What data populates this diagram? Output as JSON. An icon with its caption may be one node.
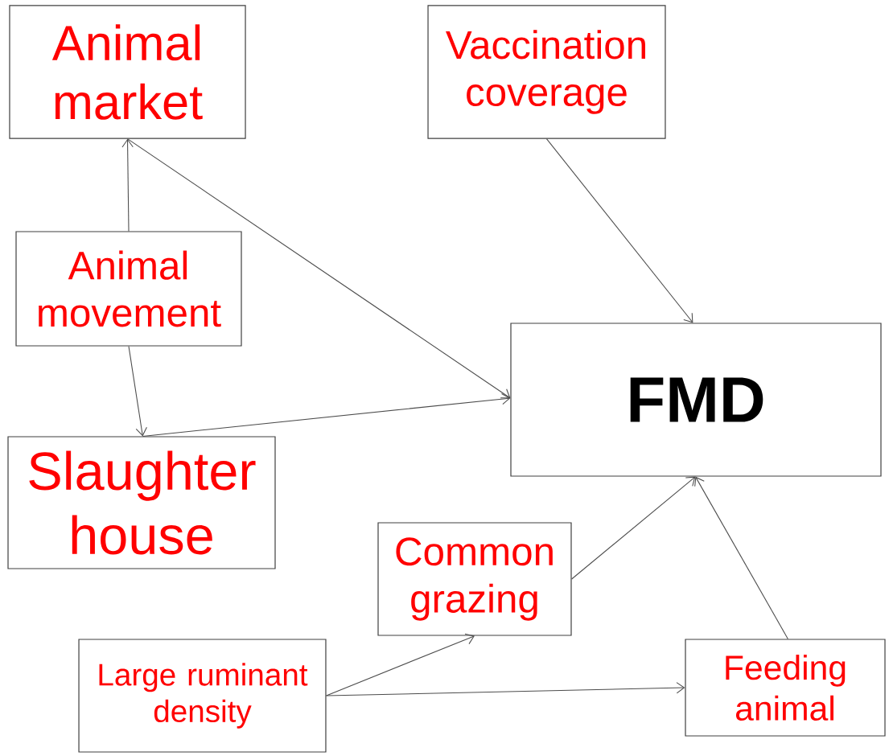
{
  "diagram": {
    "nodes": [
      {
        "text": [
          "Animal market"
        ]
      },
      {
        "text": [
          "Vaccination coverage"
        ]
      },
      {
        "text": [
          "Animal movement"
        ]
      },
      {
        "text": [
          "FMD"
        ]
      },
      {
        "text": [
          "Slaughter house"
        ]
      },
      {
        "text": [
          "Common grazing"
        ]
      },
      {
        "text": [
          "Large ruminant density"
        ]
      },
      {
        "text": [
          "Feeding animal"
        ]
      }
    ],
    "edges": [
      {
        "from": 2,
        "to": 0,
        "arrow": "to"
      },
      {
        "from": 2,
        "to": 4,
        "arrow": "to"
      },
      {
        "from": 0,
        "to": 3,
        "arrow": "to"
      },
      {
        "from": 4,
        "to": 3,
        "arrow": "to"
      },
      {
        "from": 1,
        "to": 3,
        "arrow": "to"
      },
      {
        "from": 5,
        "to": 3,
        "arrow": "to"
      },
      {
        "from": 7,
        "to": 3,
        "arrow": "to"
      },
      {
        "from": 6,
        "to": 5,
        "arrow": "to"
      },
      {
        "from": 6,
        "to": 7,
        "arrow": "to"
      }
    ]
  }
}
